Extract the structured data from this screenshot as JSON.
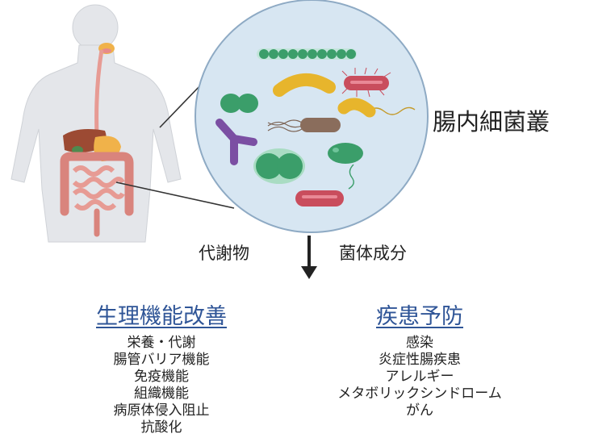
{
  "diagram": {
    "title": "腸内細菌叢",
    "arrow_left_label": "代謝物",
    "arrow_right_label": "菌体成分",
    "benefits": {
      "heading": "生理機能改善",
      "items": [
        "栄養・代謝",
        "腸管バリア機能",
        "免疫機能",
        "組織機能",
        "病原体侵入阻止",
        "抗酸化"
      ]
    },
    "diseases": {
      "heading": "疾患予防",
      "items": [
        "感染",
        "炎症性腸疾患",
        "アレルギー",
        "メタボリックシンドローム",
        "がん"
      ]
    }
  },
  "colors": {
    "circle_fill": "#d7e6f2",
    "circle_stroke": "#8eaac4",
    "heading": "#2f5597",
    "body_skin": "#e4e6ea",
    "intestine": "#e79b94",
    "liver": "#9c4a33",
    "bacterium_green": "#3b9e6a",
    "bacterium_yellow": "#e7b52c",
    "bacterium_red": "#c94d5d",
    "bacterium_purple": "#7b4fa3",
    "bacterium_brown": "#8a6d5c"
  }
}
